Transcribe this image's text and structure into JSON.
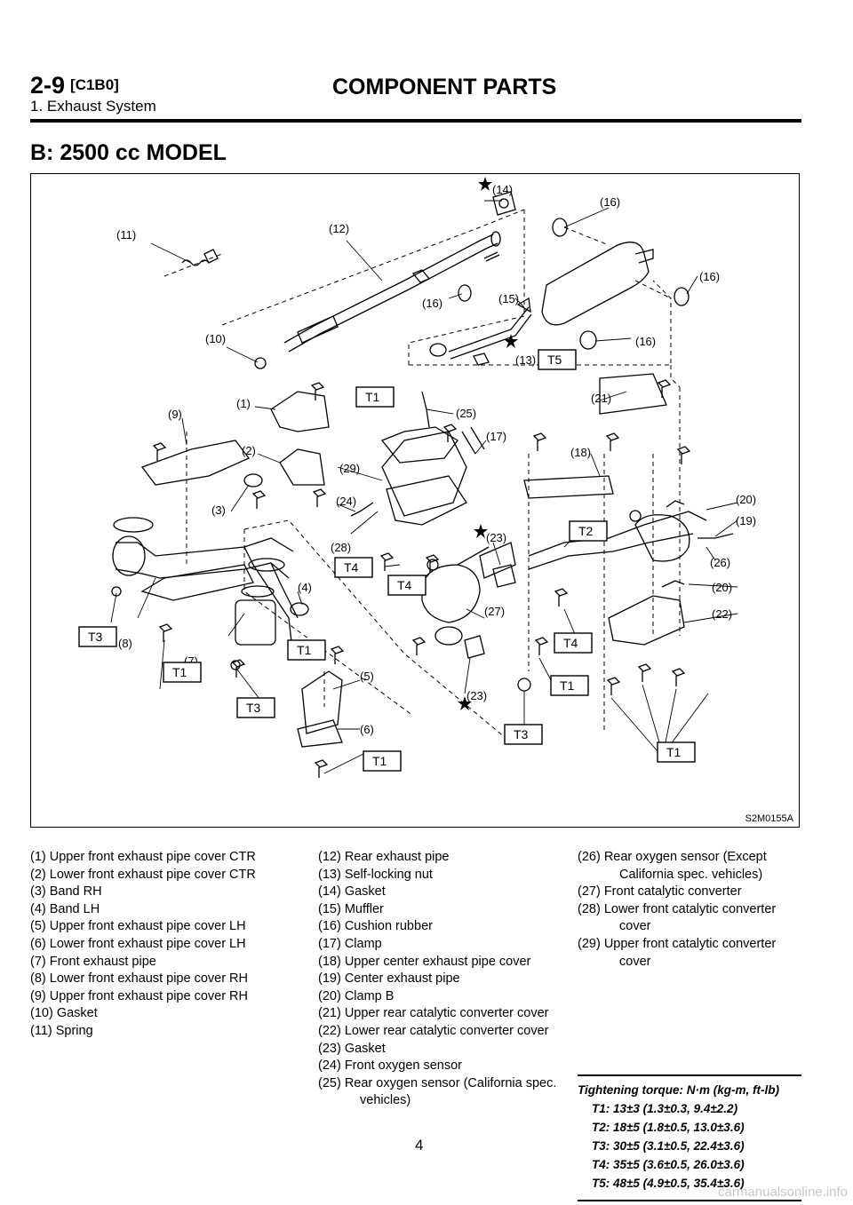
{
  "header": {
    "code": "2-9",
    "tag": "[C1B0]",
    "title": "COMPONENT PARTS",
    "subtitle": "1. Exhaust System"
  },
  "section_title": "B: 2500 cc MODEL",
  "figure": {
    "id": "S2M0155A",
    "callouts": [
      "(1)",
      "(2)",
      "(3)",
      "(4)",
      "(5)",
      "(6)",
      "(7)",
      "(8)",
      "(9)",
      "(10)",
      "(11)",
      "(12)",
      "(13)",
      "(14)",
      "(15)",
      "(16)",
      "(17)",
      "(18)",
      "(19)",
      "(20)",
      "(21)",
      "(22)",
      "(23)",
      "(24)",
      "(25)",
      "(26)",
      "(27)",
      "(28)",
      "(29)"
    ],
    "torque_labels": [
      "T1",
      "T2",
      "T3",
      "T4",
      "T5"
    ]
  },
  "legend": [
    {
      "num": "(1)",
      "text": "Upper front exhaust pipe cover CTR"
    },
    {
      "num": "(2)",
      "text": "Lower front exhaust pipe cover CTR"
    },
    {
      "num": "(3)",
      "text": "Band RH"
    },
    {
      "num": "(4)",
      "text": "Band LH"
    },
    {
      "num": "(5)",
      "text": "Upper front exhaust pipe cover LH"
    },
    {
      "num": "(6)",
      "text": "Lower front exhaust pipe cover LH"
    },
    {
      "num": "(7)",
      "text": "Front exhaust pipe"
    },
    {
      "num": "(8)",
      "text": "Lower front exhaust pipe cover RH"
    },
    {
      "num": "(9)",
      "text": "Upper front exhaust pipe cover RH"
    },
    {
      "num": "(10)",
      "text": "Gasket"
    },
    {
      "num": "(11)",
      "text": "Spring"
    },
    {
      "num": "(12)",
      "text": "Rear exhaust pipe"
    },
    {
      "num": "(13)",
      "text": "Self-locking nut"
    },
    {
      "num": "(14)",
      "text": "Gasket"
    },
    {
      "num": "(15)",
      "text": "Muffler"
    },
    {
      "num": "(16)",
      "text": "Cushion rubber"
    },
    {
      "num": "(17)",
      "text": "Clamp"
    },
    {
      "num": "(18)",
      "text": "Upper center exhaust pipe cover"
    },
    {
      "num": "(19)",
      "text": "Center exhaust pipe"
    },
    {
      "num": "(20)",
      "text": "Clamp B"
    },
    {
      "num": "(21)",
      "text": "Upper rear catalytic converter cover"
    },
    {
      "num": "(22)",
      "text": "Lower rear catalytic converter cover"
    },
    {
      "num": "(23)",
      "text": "Gasket"
    },
    {
      "num": "(24)",
      "text": "Front oxygen sensor"
    },
    {
      "num": "(25)",
      "text": "Rear oxygen sensor (California spec. vehicles)"
    },
    {
      "num": "(26)",
      "text": "Rear oxygen sensor (Except California spec. vehicles)"
    },
    {
      "num": "(27)",
      "text": "Front catalytic converter"
    },
    {
      "num": "(28)",
      "text": "Lower front catalytic converter cover"
    },
    {
      "num": "(29)",
      "text": "Upper front catalytic converter cover"
    }
  ],
  "torque": {
    "heading": "Tightening torque: N·m (kg-m, ft-lb)",
    "values": [
      "T1: 13±3 (1.3±0.3, 9.4±2.2)",
      "T2: 18±5 (1.8±0.5, 13.0±3.6)",
      "T3: 30±5 (3.1±0.5, 22.4±3.6)",
      "T4: 35±5 (3.6±0.5, 26.0±3.6)",
      "T5: 48±5 (4.9±0.5, 35.4±3.6)"
    ]
  },
  "page_number": "4",
  "footer": "carmanualsonline.info"
}
